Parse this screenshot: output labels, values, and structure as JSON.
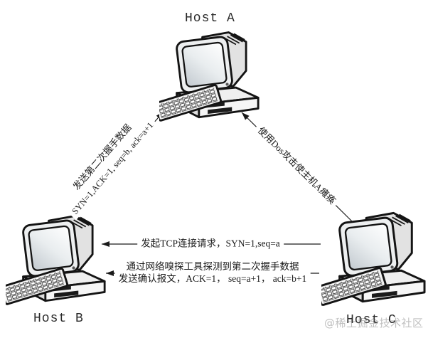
{
  "hosts": {
    "a": {
      "label": "Host A"
    },
    "b": {
      "label": "Host B"
    },
    "c": {
      "label": "Host C"
    }
  },
  "messages": {
    "handshake2": {
      "from": "Host B",
      "to": "Host A",
      "text": "发送第二次握手数据",
      "code": "SYN=1,ACK=1, seq=b, ack=a+1"
    },
    "dos_attack": {
      "from": "Host C",
      "to": "Host A",
      "text": "使用Dos攻击使主机A瘫痪"
    },
    "syn_request": {
      "from": "Host C",
      "to": "Host B",
      "text": "发起TCP连接请求，SYN=1,seq=a"
    },
    "ack_spoof": {
      "from": "Host C",
      "to": "Host B",
      "line1": "通过网络嗅探工具探测到第二次握手数据",
      "line2": "发送确认报文，ACK=1， seq=a+1， ack=b+1"
    }
  },
  "watermark": "@稀土掘金技术社区",
  "colors": {
    "line": "#1a1a1a",
    "watermark": "#c0c0c0",
    "background": "#ffffff"
  }
}
